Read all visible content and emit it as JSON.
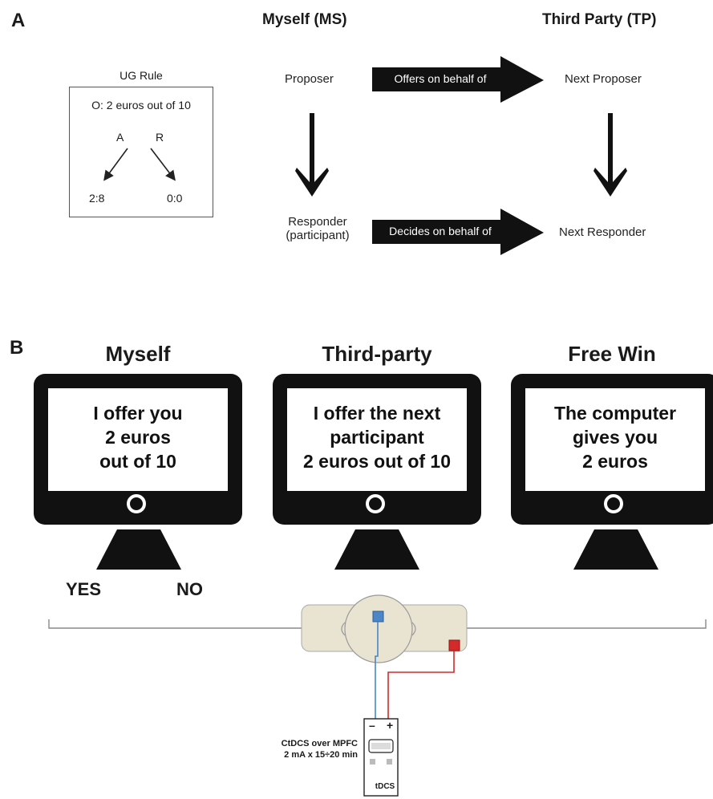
{
  "panel_a": {
    "letter": "A",
    "header_ms": "Myself (MS)",
    "header_tp": "Third Party (TP)",
    "ug_rule": {
      "title": "UG Rule",
      "offer": "O: 2 euros out of 10",
      "accept": "A",
      "reject": "R",
      "accept_outcome": "2:8",
      "reject_outcome": "0:0"
    },
    "proposer": "Proposer",
    "responder_line1": "Responder",
    "responder_line2": "(participant)",
    "next_proposer": "Next Proposer",
    "next_responder": "Next Responder",
    "offers_arrow": "Offers on behalf of",
    "decides_arrow": "Decides on behalf of"
  },
  "panel_b": {
    "letter": "B",
    "monitors": [
      {
        "title": "Myself",
        "lines": [
          "I offer you",
          "2 euros",
          "out of 10"
        ]
      },
      {
        "title": "Third-party",
        "lines": [
          "I offer the next",
          "participant",
          "2 euros out of 10"
        ]
      },
      {
        "title": "Free Win",
        "lines": [
          "The computer",
          "gives you",
          "2 euros"
        ]
      }
    ],
    "yes": "YES",
    "no": "NO",
    "tdcs": {
      "line1": "CtDCS  over MPFC",
      "line2": "2 mA x 15÷20 min",
      "device_label": "tDCS",
      "minus": "–",
      "plus": "+"
    },
    "colors": {
      "cathode": "#4a86c8",
      "anode": "#d42a2a",
      "band": "#e9e3d2",
      "monitor": "#111111"
    }
  }
}
